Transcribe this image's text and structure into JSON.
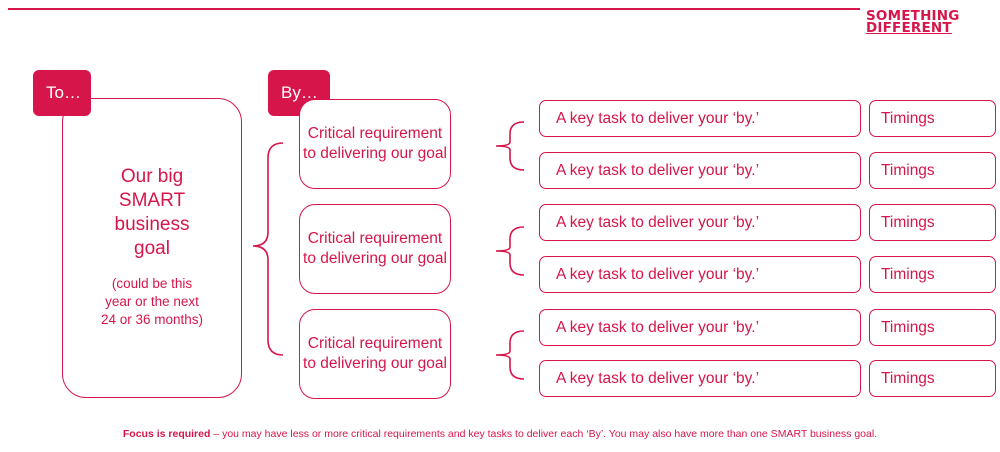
{
  "brand": {
    "line1": "SOMETHING",
    "line2": "DIFFERENT"
  },
  "colors": {
    "accent": "#d6164a",
    "background": "#ffffff"
  },
  "to_tag": "To…",
  "by_tag": "By…",
  "goal": {
    "title": "Our big SMART business goal",
    "note": "(could be this year or the next 24 or 36 months)"
  },
  "requirements": [
    {
      "label": "Critical requirement to delivering our goal",
      "tasks": [
        {
          "task": "A key task to deliver your ‘by.’",
          "timing": "Timings"
        },
        {
          "task": "A key task to deliver your ‘by.’",
          "timing": "Timings"
        }
      ]
    },
    {
      "label": "Critical requirement to delivering our goal",
      "tasks": [
        {
          "task": "A key task to deliver your ‘by.’",
          "timing": "Timings"
        },
        {
          "task": "A key task to deliver your ‘by.’",
          "timing": "Timings"
        }
      ]
    },
    {
      "label": "Critical requirement to delivering our goal",
      "tasks": [
        {
          "task": "A key task to deliver your ‘by.’",
          "timing": "Timings"
        },
        {
          "task": "A key task to deliver your ‘by.’",
          "timing": "Timings"
        }
      ]
    }
  ],
  "footer": {
    "bold": "Focus is required",
    "text": " – you may have less or more critical requirements and key tasks to deliver each ‘By’. You may also have more than one SMART business goal."
  }
}
